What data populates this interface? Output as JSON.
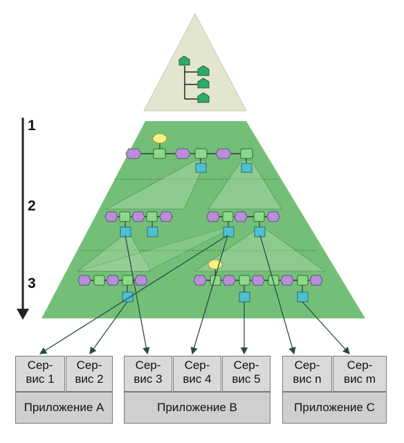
{
  "levels": [
    "1",
    "2",
    "3"
  ],
  "groups": [
    {
      "app": "Приложение A",
      "services": [
        {
          "line1": "Сер-",
          "line2": "вис 1"
        },
        {
          "line1": "Сер-",
          "line2": "вис 2"
        }
      ]
    },
    {
      "app": "Приложение B",
      "services": [
        {
          "line1": "Сер-",
          "line2": "вис 3"
        },
        {
          "line1": "Сер-",
          "line2": "вис 4"
        },
        {
          "line1": "Сер-",
          "line2": "вис 5"
        }
      ]
    },
    {
      "app": "Приложение C",
      "services": [
        {
          "line1": "Сер-",
          "line2": "вис n"
        },
        {
          "line1": "Сер-",
          "line2": "вис m"
        }
      ]
    }
  ],
  "colors": {
    "top_triangle": "#e3e5cf",
    "pyramid": "#74bf78",
    "activity": "#b68fd6",
    "task": "#8ed88c",
    "service": "#4fc0cf",
    "event": "#f5f08a",
    "box": "#d9d9d9"
  }
}
